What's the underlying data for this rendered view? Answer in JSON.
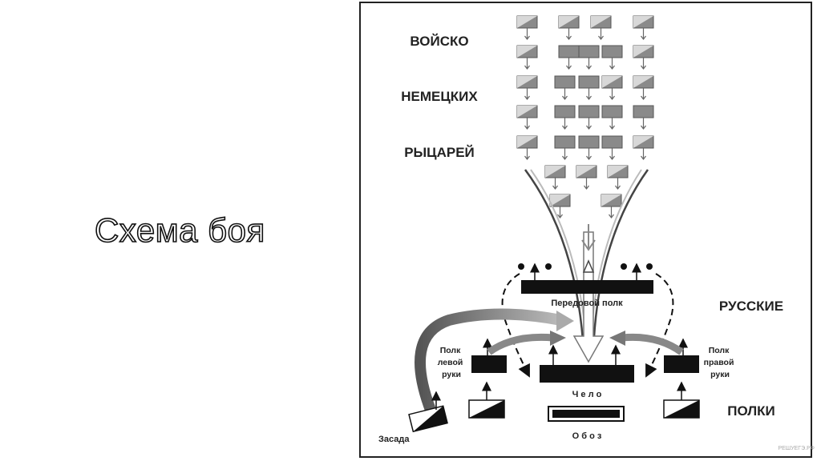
{
  "slide": {
    "title": "Схема боя"
  },
  "diagram": {
    "enemy_label": [
      "ВОЙСКО",
      "НЕМЕЦКИХ",
      "РЫЦАРЕЙ"
    ],
    "russian_label": [
      "РУССКИЕ",
      "ПОЛКИ"
    ],
    "vanguard": "Передовой полк",
    "left_regiment": [
      "Полк",
      "левой",
      "руки"
    ],
    "right_regiment": [
      "Полк",
      "правой",
      "руки"
    ],
    "center": "Ч е л о",
    "baggage": "О б о з",
    "ambush": "Засада",
    "watermark": "РЕШУЕГЭ.РФ"
  }
}
